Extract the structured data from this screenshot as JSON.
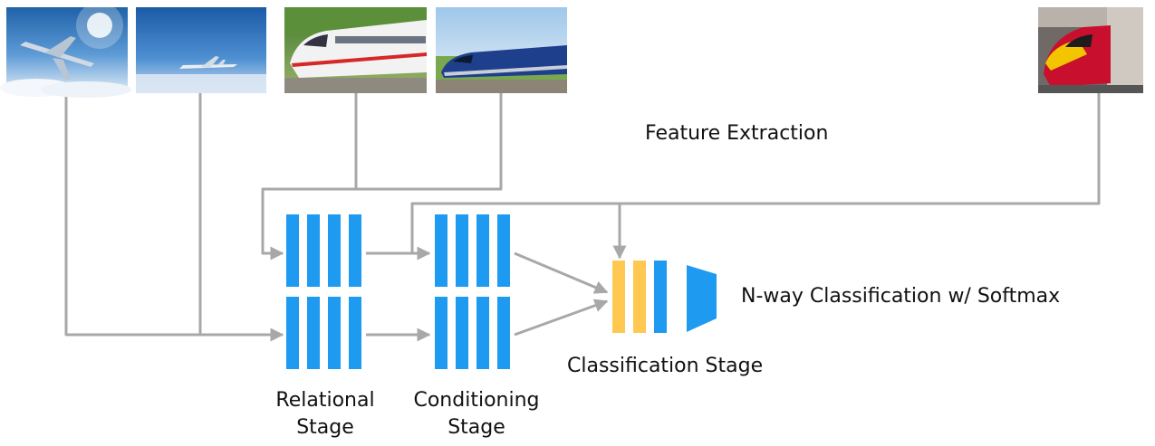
{
  "labels": {
    "feature_extraction": "Feature Extraction",
    "nway_classification": "N-way Classification w/ Softmax",
    "classification_stage": "Classification Stage",
    "relational_stage_line1": "Relational",
    "relational_stage_line2": "Stage",
    "conditioning_stage_line1": "Conditioning",
    "conditioning_stage_line2": "Stage"
  },
  "colors": {
    "connector": "#a8a8a8",
    "stage_block": "#1e9af0",
    "support_feature": "#ffc850",
    "classifier_head": "#1e9af0"
  },
  "images": [
    {
      "name": "airplane-photo-1",
      "subject": "airplane"
    },
    {
      "name": "airplane-photo-2",
      "subject": "airplane"
    },
    {
      "name": "train-photo-1",
      "subject": "train"
    },
    {
      "name": "train-photo-2",
      "subject": "train"
    },
    {
      "name": "query-train-photo",
      "subject": "train"
    }
  ]
}
